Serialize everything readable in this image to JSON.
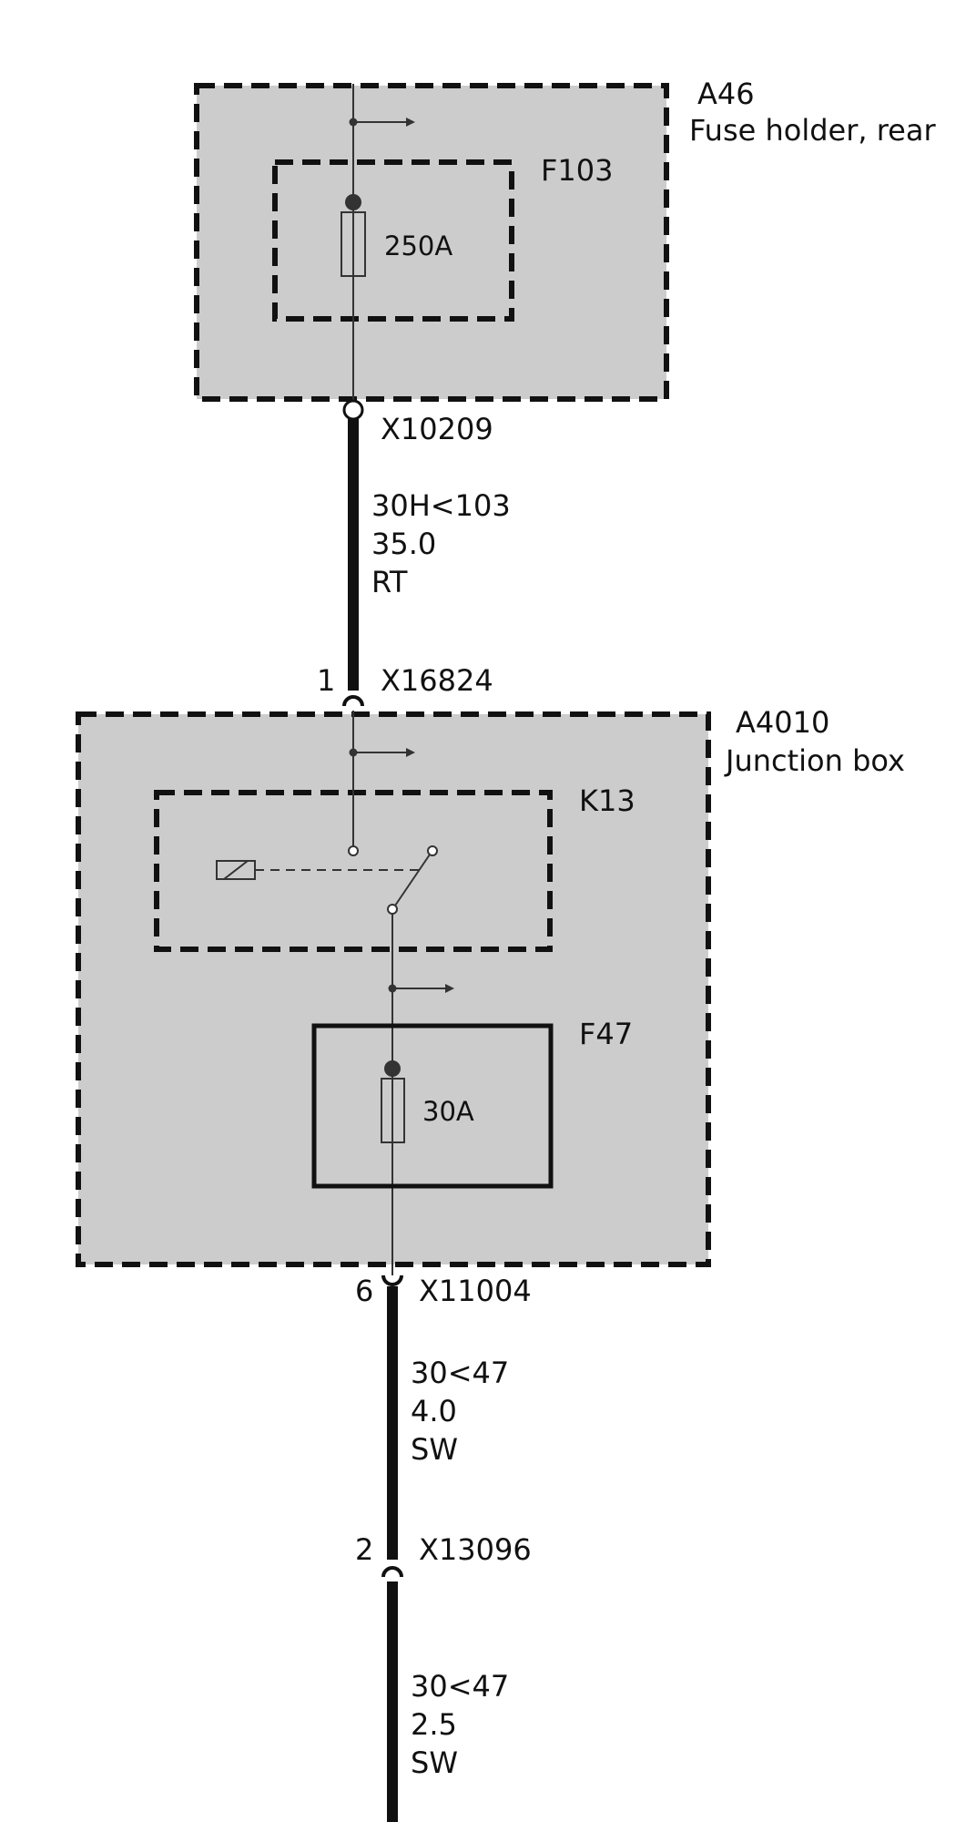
{
  "colors": {
    "background": "#ffffff",
    "module_fill": "#cccccc",
    "line": "#111111",
    "thin_line": "#333333"
  },
  "modules": [
    {
      "id": "A46",
      "name": "Fuse holder, rear"
    },
    {
      "id": "A4010",
      "name": "Junction box"
    }
  ],
  "components": {
    "fuse_f103": {
      "label": "F103",
      "rating": "250A"
    },
    "relay_k13": {
      "label": "K13"
    },
    "fuse_f47": {
      "label": "F47",
      "rating": "30A"
    }
  },
  "connectors": [
    {
      "id": "X10209",
      "pin": ""
    },
    {
      "id": "X16824",
      "pin": "1"
    },
    {
      "id": "X11004",
      "pin": "6"
    },
    {
      "id": "X13096",
      "pin": "2"
    }
  ],
  "wires": [
    {
      "signal": "30H<103",
      "cross_section": "35.0",
      "color_code": "RT"
    },
    {
      "signal": "30<47",
      "cross_section": "4.0",
      "color_code": "SW"
    },
    {
      "signal": "30<47",
      "cross_section": "2.5",
      "color_code": "SW"
    }
  ]
}
